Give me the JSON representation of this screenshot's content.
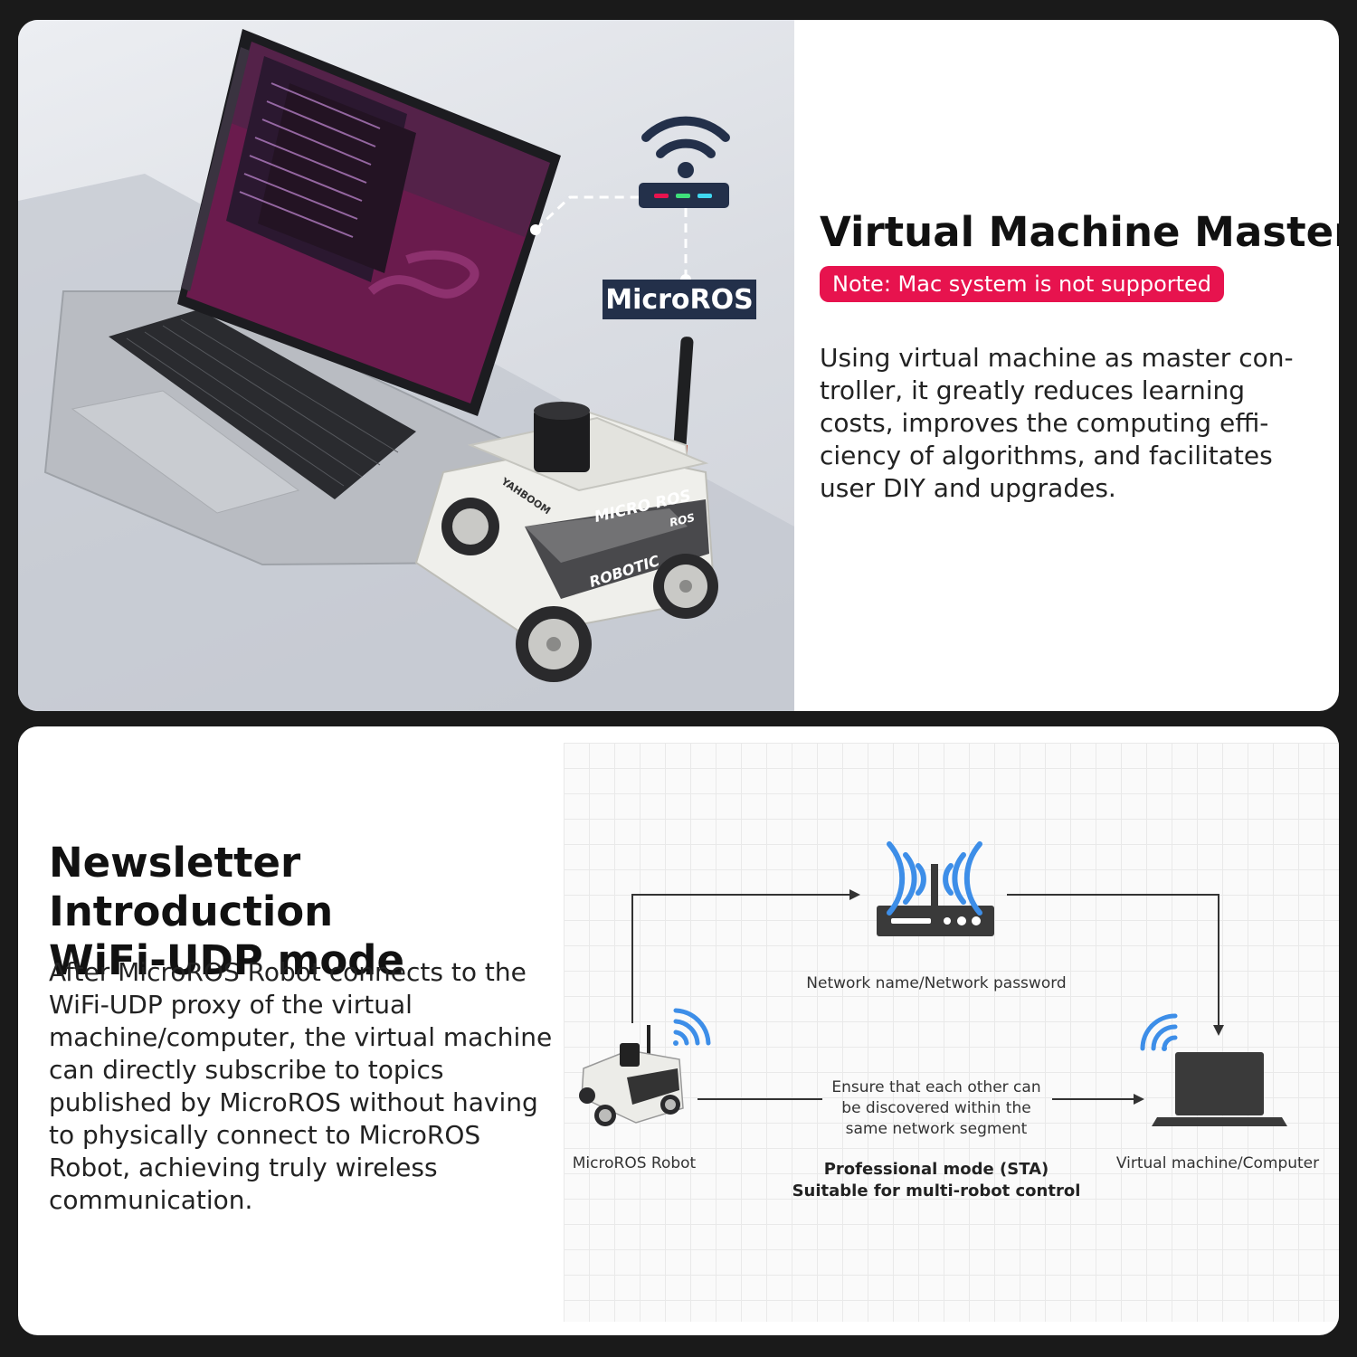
{
  "top": {
    "tag_label": "MicroROS",
    "title": "Virtual Machine Master",
    "note": "Note: Mac system is not supported",
    "description": "Using virtual machine as master con-troller, it greatly reduces learning costs, improves the computing effi-ciency of algorithms, and facilitates user DIY and upgrades.",
    "robot_label": "MICRO ROS",
    "robot_sublabel": "ROS",
    "robot_brand": "ROBOTIC",
    "robot_side": "YAHBOOM"
  },
  "bottom": {
    "title_line1": "Newsletter Introduction",
    "title_line2": "WiFi-UDP mode",
    "description": "After MicroROS Robot connects to the WiFi-UDP proxy of the virtual machine/computer, the virtual machine can directly subscribe to topics published by MicroROS without having to physically connect to MicroROS Robot, achieving truly wireless communication.",
    "diagram": {
      "router_label": "Network name/Network password",
      "robot_label": "MicroROS Robot",
      "computer_label": "Virtual machine/Computer",
      "middle_line1": "Ensure that each other can",
      "middle_line2": "be discovered within the",
      "middle_line3": "same network segment",
      "mode_line1": "Professional mode (STA)",
      "mode_line2": "Suitable for multi-robot control"
    }
  },
  "colors": {
    "accent_red": "#e7134e",
    "navy": "#23304a",
    "wifi_blue": "#3d8ee8",
    "dark_gray": "#3a3a3a"
  }
}
